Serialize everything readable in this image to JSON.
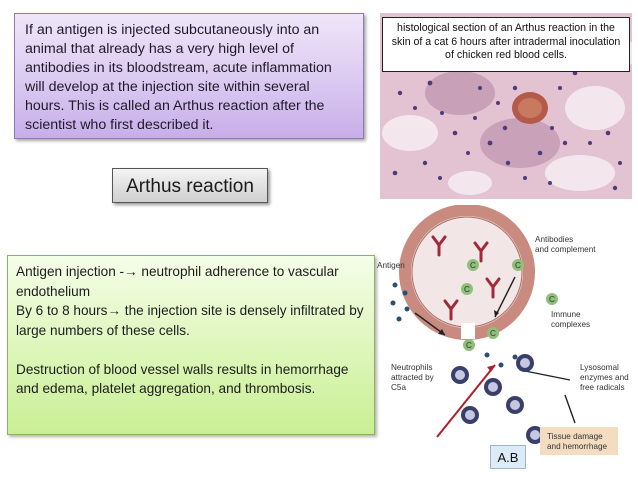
{
  "definition": {
    "text": "If an antigen is injected subcutaneously into an animal that already has a very high level of antibodies in its bloodstream, acute inflammation will develop at the injection site within several hours. This is called an Arthus reaction after the scientist who first described it."
  },
  "title": "Arthus reaction",
  "mechanism": {
    "line1": "Antigen injection -→ neutrophil adherence to vascular endothelium",
    "line2": "By 6 to 8 hours→ the injection site is densely infiltrated by large numbers of these cells.",
    "line3": "Destruction of blood vessel walls results in hemorrhage and edema, platelet aggregation, and thrombosis."
  },
  "photo": {
    "caption": "histological section of an Arthus reaction in the skin of a cat 6 hours after intradermal inoculation of chicken red blood cells."
  },
  "diagram": {
    "antigen_label": "Antigen",
    "antibodies_label_1": "Antibodies",
    "antibodies_label_2": "and complement",
    "immune_label_1": "Immune",
    "immune_label_2": "complexes",
    "neutrophils_label_1": "Neutrophils",
    "neutrophils_label_2": "attracted by",
    "neutrophils_label_3": "C5a",
    "lysosomal_label_1": "Lysosomal",
    "lysosomal_label_2": "enzymes and",
    "lysosomal_label_3": "free radicals",
    "damage_label_1": "Tissue damage",
    "damage_label_2": "and hemorrhage",
    "complement_symbol": "C"
  },
  "initials": "A.B",
  "colors": {
    "definition_bg": "#d9c6f0",
    "mechanism_bg": "#dcf6b8",
    "vessel_wall": "#c98a80",
    "antibody": "#a02a3a",
    "complement": "#8fbf7a",
    "damage_box": "#f3dcc0"
  }
}
